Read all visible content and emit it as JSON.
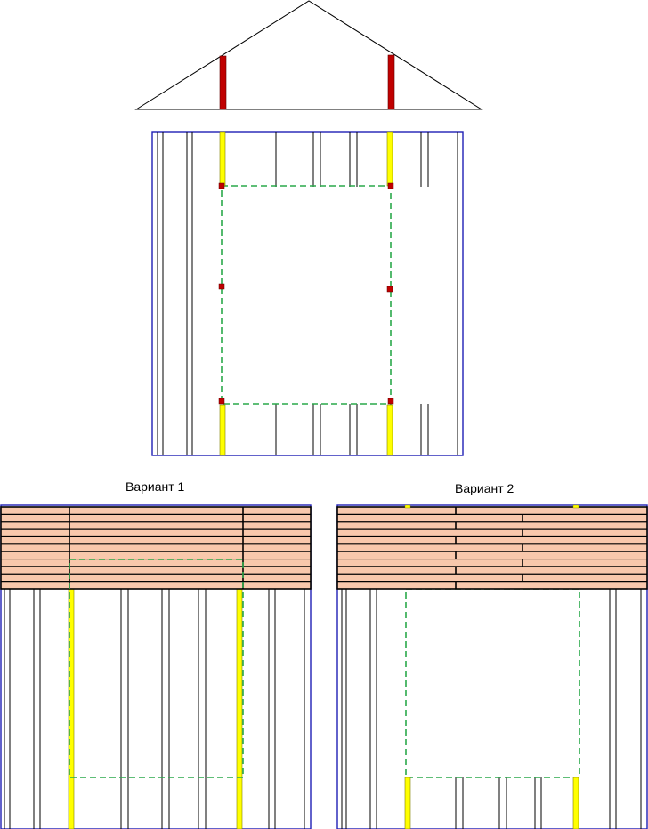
{
  "variants": [
    {
      "caption": "Вариант 1"
    },
    {
      "caption": "Вариант 2"
    }
  ],
  "colors": {
    "frame": "#1f1fb5",
    "post": "#ffff00",
    "post_outline": "#808000",
    "strut": "#c00000",
    "opening": "#2aa84a",
    "sheathing": "#f8c8ac",
    "line": "#000000"
  },
  "icons": {
    "strut": "red-square-block",
    "post": "yellow-vertical-bar",
    "opening": "green-dashed-rectangle"
  }
}
